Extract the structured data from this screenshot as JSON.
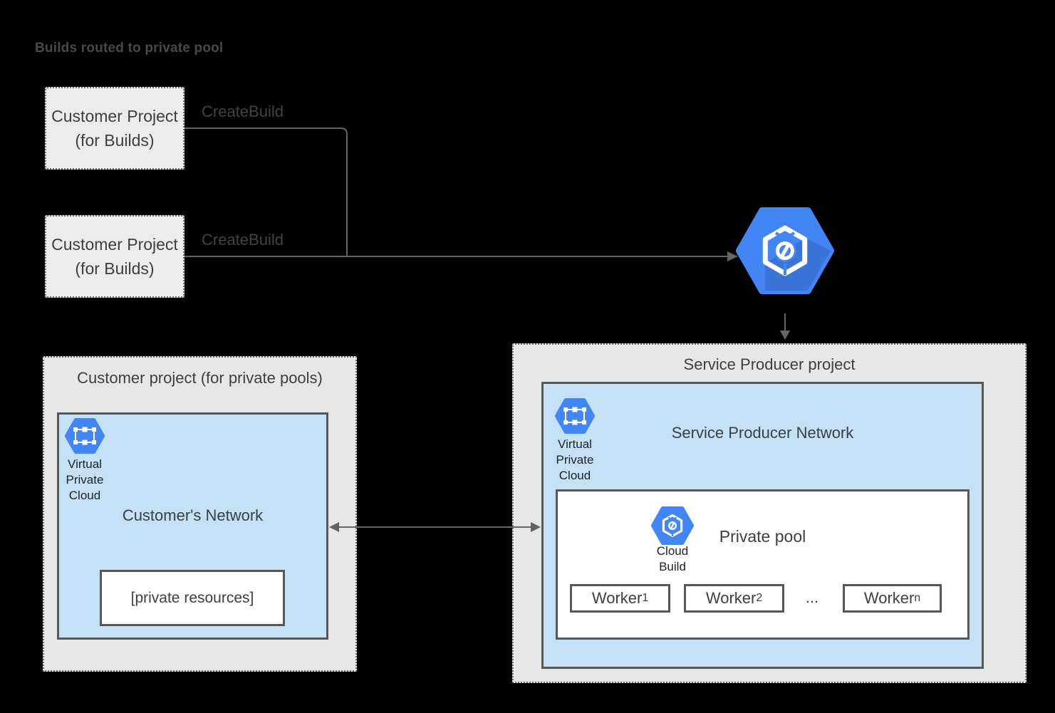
{
  "diagram_title": "Builds routed to private pool",
  "colors": {
    "background": "#000000",
    "gcp_blue": "#4285f4",
    "network_fill": "#c4e1f6",
    "container_fill": "#e7e7e7",
    "box_fill": "#ececec",
    "border_dark": "#575757",
    "connector_gray": "#646464",
    "text_dark": "#3c4043"
  },
  "icons": {
    "cloud_build": "cloud-build-icon",
    "vpc": "vpc-icon"
  },
  "build_projects": [
    {
      "line1": "Customer Project",
      "line2": "(for Builds)",
      "arrow_label": "CreateBuild"
    },
    {
      "line1": "Customer Project",
      "line2": "(for Builds)",
      "arrow_label": "CreateBuild"
    }
  ],
  "customer_pool_project": {
    "title": "Customer project (for private pools)",
    "network": {
      "title": "Customer's Network",
      "vpc_label": [
        "Virtual",
        "Private",
        "Cloud"
      ],
      "private_resources": "[private resources]"
    }
  },
  "service_producer_project": {
    "title": "Service Producer project",
    "network": {
      "title": "Service Producer Network",
      "vpc_label": [
        "Virtual",
        "Private",
        "Cloud"
      ],
      "private_pool": {
        "title": "Private pool",
        "cloud_build_label": [
          "Cloud",
          "Build"
        ],
        "workers": [
          {
            "name": "Worker",
            "sub": "1"
          },
          {
            "name": "Worker",
            "sub": "2"
          },
          {
            "name": "Worker",
            "sub": "n"
          }
        ],
        "ellipsis": "..."
      }
    }
  }
}
